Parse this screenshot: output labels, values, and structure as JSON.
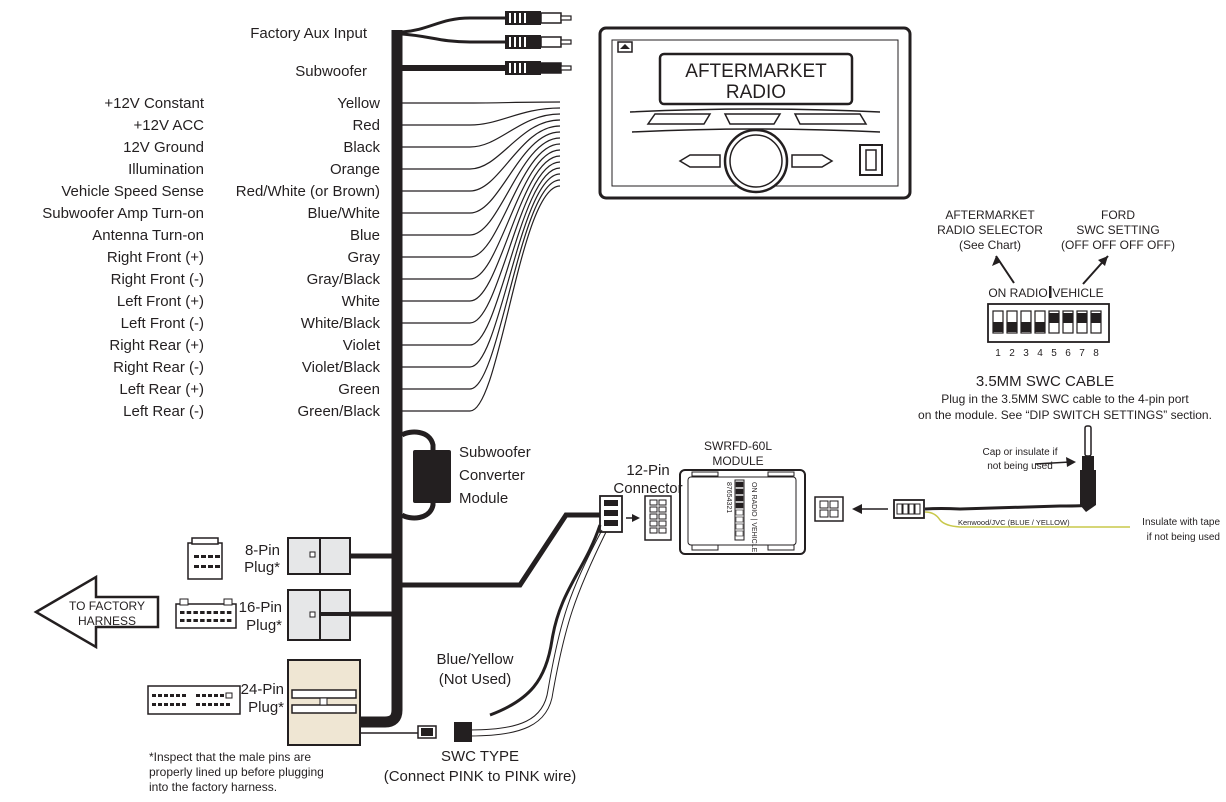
{
  "top_outputs": {
    "aux": "Factory Aux Input",
    "sub": "Subwoofer"
  },
  "functions": [
    "+12V Constant",
    "+12V ACC",
    "12V Ground",
    "Illumination",
    "Vehicle Speed Sense",
    "Subwoofer Amp Turn-on",
    "Antenna Turn-on",
    "Right Front (+)",
    "Right Front (-)",
    "Left Front (+)",
    "Left Front (-)",
    "Right Rear (+)",
    "Right Rear (-)",
    "Left Rear (+)",
    "Left Rear (-)"
  ],
  "colors": [
    "Yellow",
    "Red",
    "Black",
    "Orange",
    "Red/White (or Brown)",
    "Blue/White",
    "Blue",
    "Gray",
    "Gray/Black",
    "White",
    "White/Black",
    "Violet",
    "Violet/Black",
    "Green",
    "Green/Black"
  ],
  "radio": {
    "line1": "AFTERMARKET",
    "line2": "RADIO"
  },
  "dip": {
    "selector_l1": "AFTERMARKET",
    "selector_l2": "RADIO SELECTOR",
    "selector_l3": "(See Chart)",
    "ford_l1": "FORD",
    "ford_l2": "SWC SETTING",
    "ford_l3": "(OFF  OFF  OFF  OFF)",
    "on_radio": "ON RADIO",
    "vehicle": "VEHICLE",
    "numbers": [
      "1",
      "2",
      "3",
      "4",
      "5",
      "6",
      "7",
      "8"
    ],
    "positions": [
      "down",
      "down",
      "down",
      "down",
      "up",
      "up",
      "up",
      "up"
    ]
  },
  "cable": {
    "title": "3.5MM SWC CABLE",
    "desc1": "Plug in the 3.5MM SWC cable to the 4-pin port",
    "desc2": "on the module. See “DIP SWITCH SETTINGS” section.",
    "cap1": "Cap or insulate if",
    "cap2": "not being used",
    "kenwood": "Kenwood/JVC (BLUE / YELLOW)",
    "tape1": "Insulate with tape",
    "tape2": "if not being used"
  },
  "module": {
    "name1": "SWRFD-60L",
    "name2": "MODULE"
  },
  "connector": {
    "l1": "12-Pin",
    "l2": "Connector"
  },
  "sub_module": {
    "l1": "Subwoofer",
    "l2": "Converter",
    "l3": "Module"
  },
  "plugs": {
    "p8a": "8-Pin",
    "p8b": "Plug*",
    "p16a": "16-Pin",
    "p16b": "Plug*",
    "p24a": "24-Pin",
    "p24b": "Plug*"
  },
  "harness": {
    "l1": "TO FACTORY",
    "l2": "HARNESS"
  },
  "blue_yellow": {
    "l1": "Blue/Yellow",
    "l2": "(Not Used)"
  },
  "swc_type": {
    "l1": "SWC TYPE",
    "l2": "(Connect PINK to PINK wire)"
  },
  "note": {
    "l1": "*Inspect that the male pins are",
    "l2": "properly lined up before plugging",
    "l3": "into the  factory harness."
  },
  "palette": {
    "ink": "#231f20",
    "plug": "#e6e7e8",
    "plug24": "#efe6d3",
    "wire_green": "#c8c84a"
  }
}
